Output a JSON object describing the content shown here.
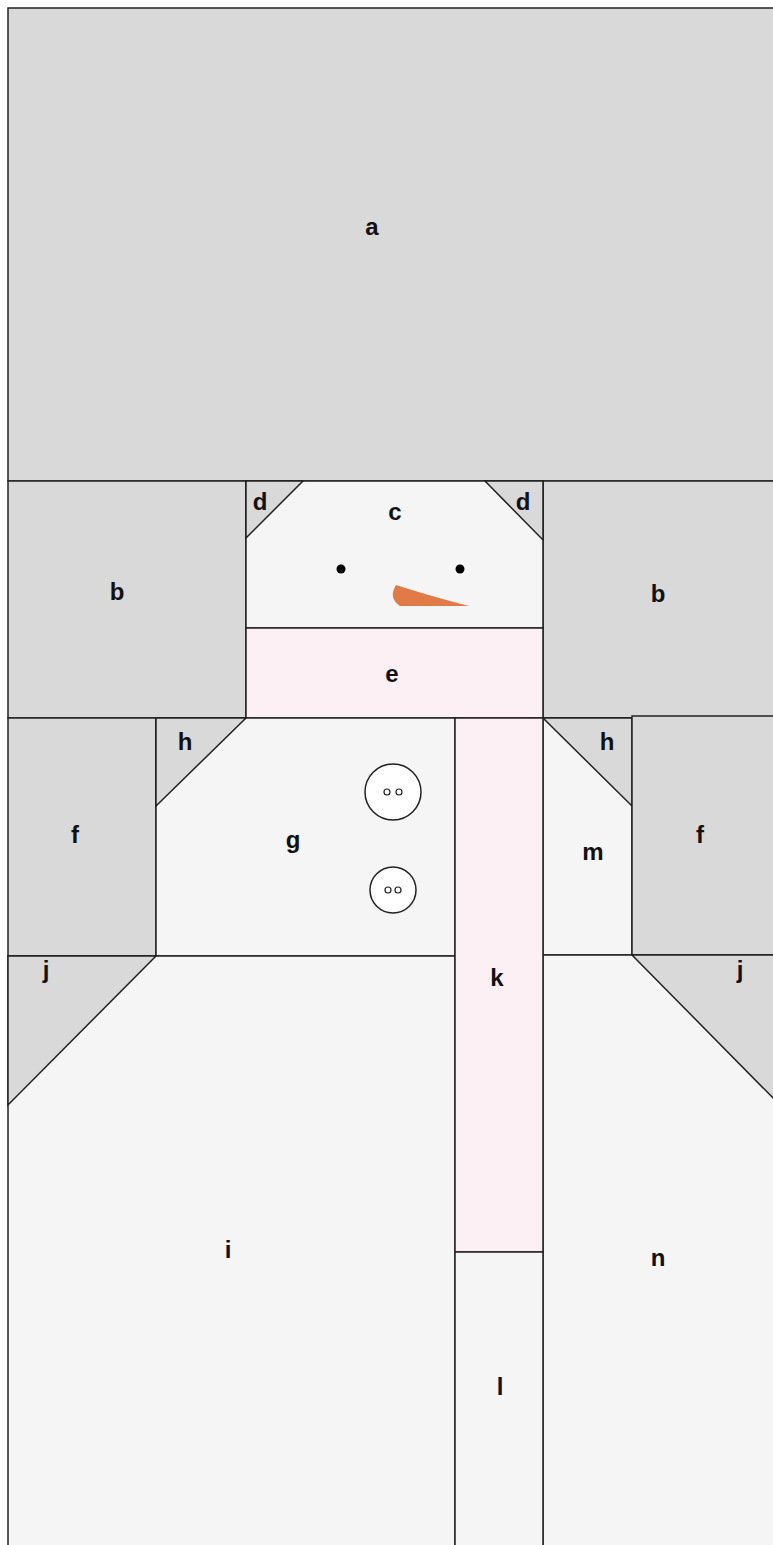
{
  "diagram": {
    "labels": [
      "a",
      "d",
      "c",
      "d",
      "b",
      "b",
      "e",
      "h",
      "h",
      "f",
      "g",
      "m",
      "f",
      "k",
      "j",
      "j",
      "i",
      "n",
      "l"
    ]
  }
}
